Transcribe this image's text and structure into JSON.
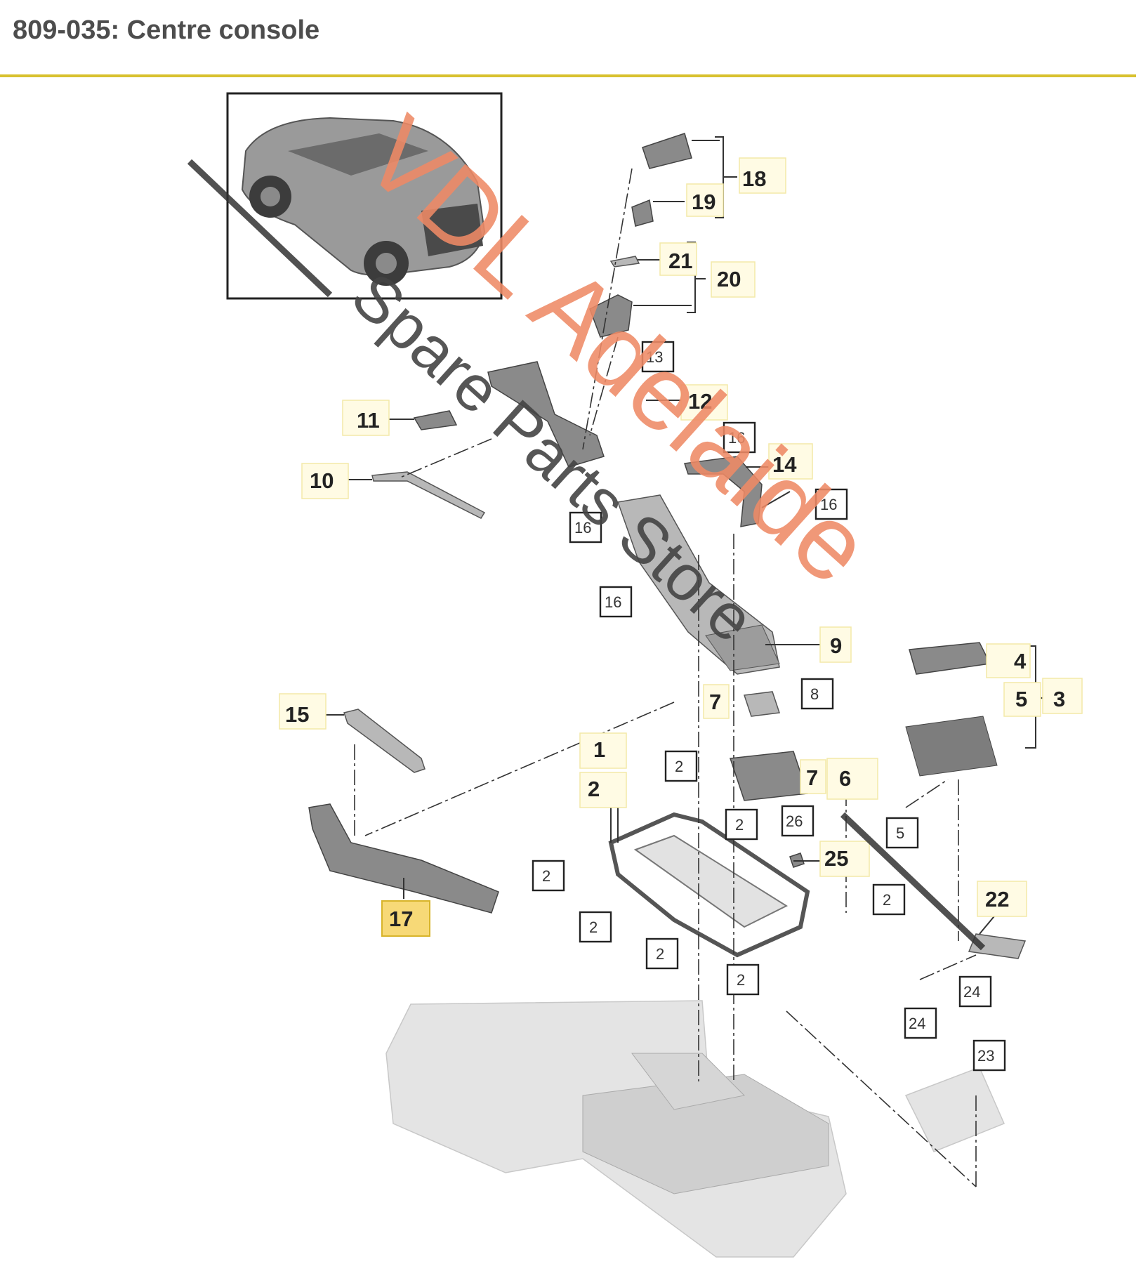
{
  "title": "809-035: Centre console",
  "colors": {
    "title_rule": "#d8c12f",
    "highlight_fill": "#f7d977",
    "watermark_orange": "#ef8a66",
    "watermark_dark": "#444444"
  },
  "watermark": {
    "line1": "VDL Adelaide",
    "line2": "Spare Parts Store"
  },
  "callouts": {
    "p1": "1",
    "p2": "2",
    "p3": "3",
    "p4": "4",
    "p5": "5",
    "p6": "6",
    "p7": "7",
    "p8": "8",
    "p9": "9",
    "p10": "10",
    "p11": "11",
    "p12": "12",
    "p13": "13",
    "p14": "14",
    "p15": "15",
    "p16": "16",
    "p17": "17",
    "p18": "18",
    "p19": "19",
    "p20": "20",
    "p21": "21",
    "p22": "22",
    "p23": "23",
    "p24": "24",
    "p25": "25",
    "p26": "26"
  },
  "highlighted_part": "17",
  "icons": [
    "car-thumbnail",
    "exploded-parts-drawing"
  ]
}
